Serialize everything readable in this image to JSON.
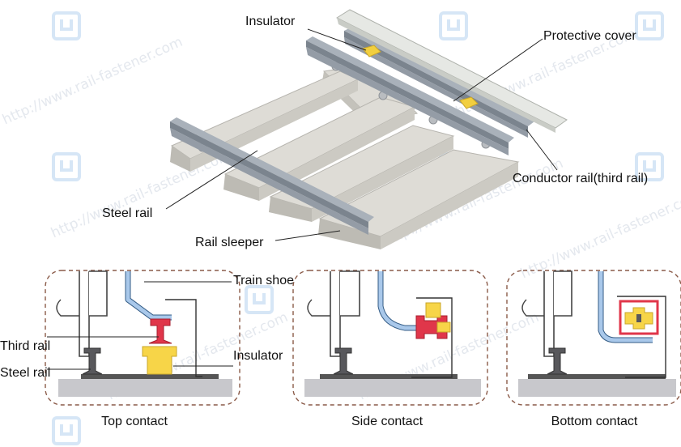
{
  "labels": {
    "insulator_top": "Insulator",
    "protective_cover": "Protective cover",
    "conductor_rail": "Conductor rail(third rail)",
    "steel_rail_top": "Steel rail",
    "rail_sleeper": "Rail sleeper",
    "train_shoe": "Train shoe",
    "third_rail": "Third rail",
    "steel_rail_bottom": "Steel rail",
    "insulator_bottom": "Insulator"
  },
  "captions": {
    "top": "Top contact",
    "side": "Side contact",
    "bottom": "Bottom contact"
  },
  "watermark": "http://www.rail-fastener.com",
  "colors": {
    "sleeper": "#d4d2cc",
    "rail": "#8e98a3",
    "shoe": "#a9c8ea",
    "third_rail_red": "#e0364a",
    "insulator_yellow": "#f7d548",
    "ground": "#c8c8cc",
    "dashed_border": "#8a5a48"
  }
}
